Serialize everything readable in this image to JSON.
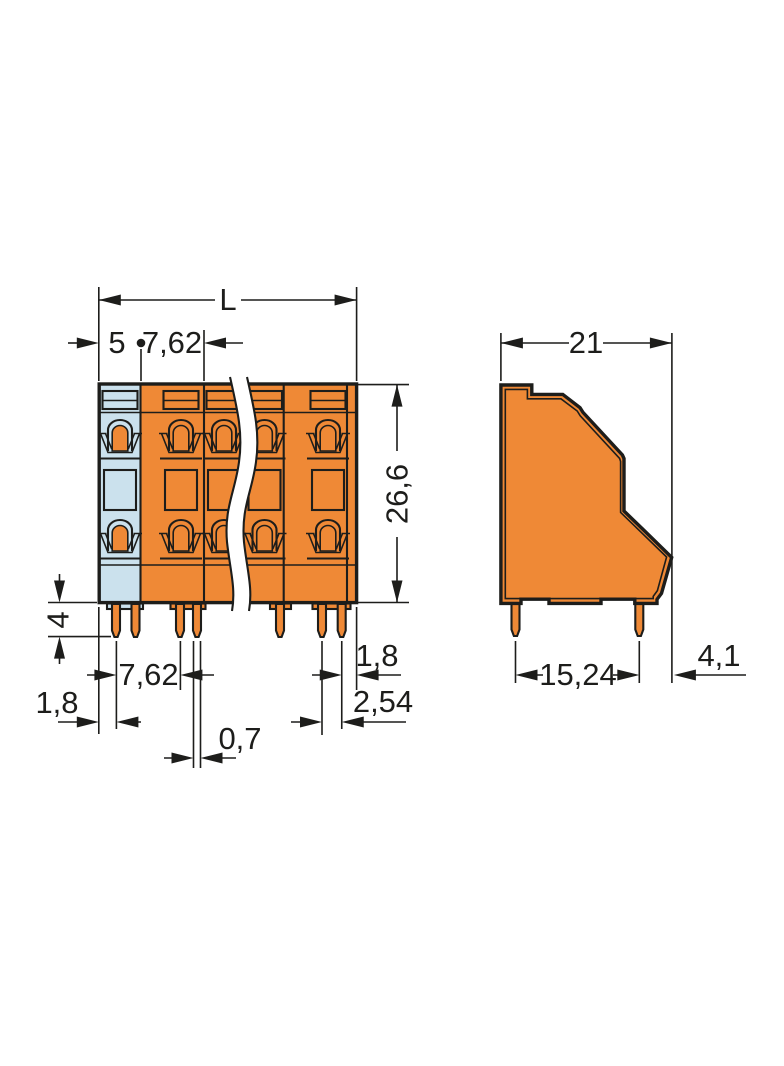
{
  "front_view": {
    "dim_overall_width": "L",
    "dim_end_section": "5",
    "dim_pole_pitch": "7,62",
    "dim_height": "26,6",
    "dim_pin_length": "4",
    "dim_left_edge_to_pin": "1,8",
    "dim_pin_row_pitch": "7,62",
    "dim_pin_width": "0,7",
    "dim_pin_to_right_edge": "1,8",
    "dim_pin_pair_spacing": "2,54"
  },
  "side_view": {
    "dim_depth": "21",
    "dim_pin_row_spacing": "15,24",
    "dim_pin_to_edge": "4,1"
  },
  "colors": {
    "orange": "#EF8936",
    "blue": "#CBE1ED",
    "line": "#1D1D1B",
    "background": "#FFFFFF"
  }
}
